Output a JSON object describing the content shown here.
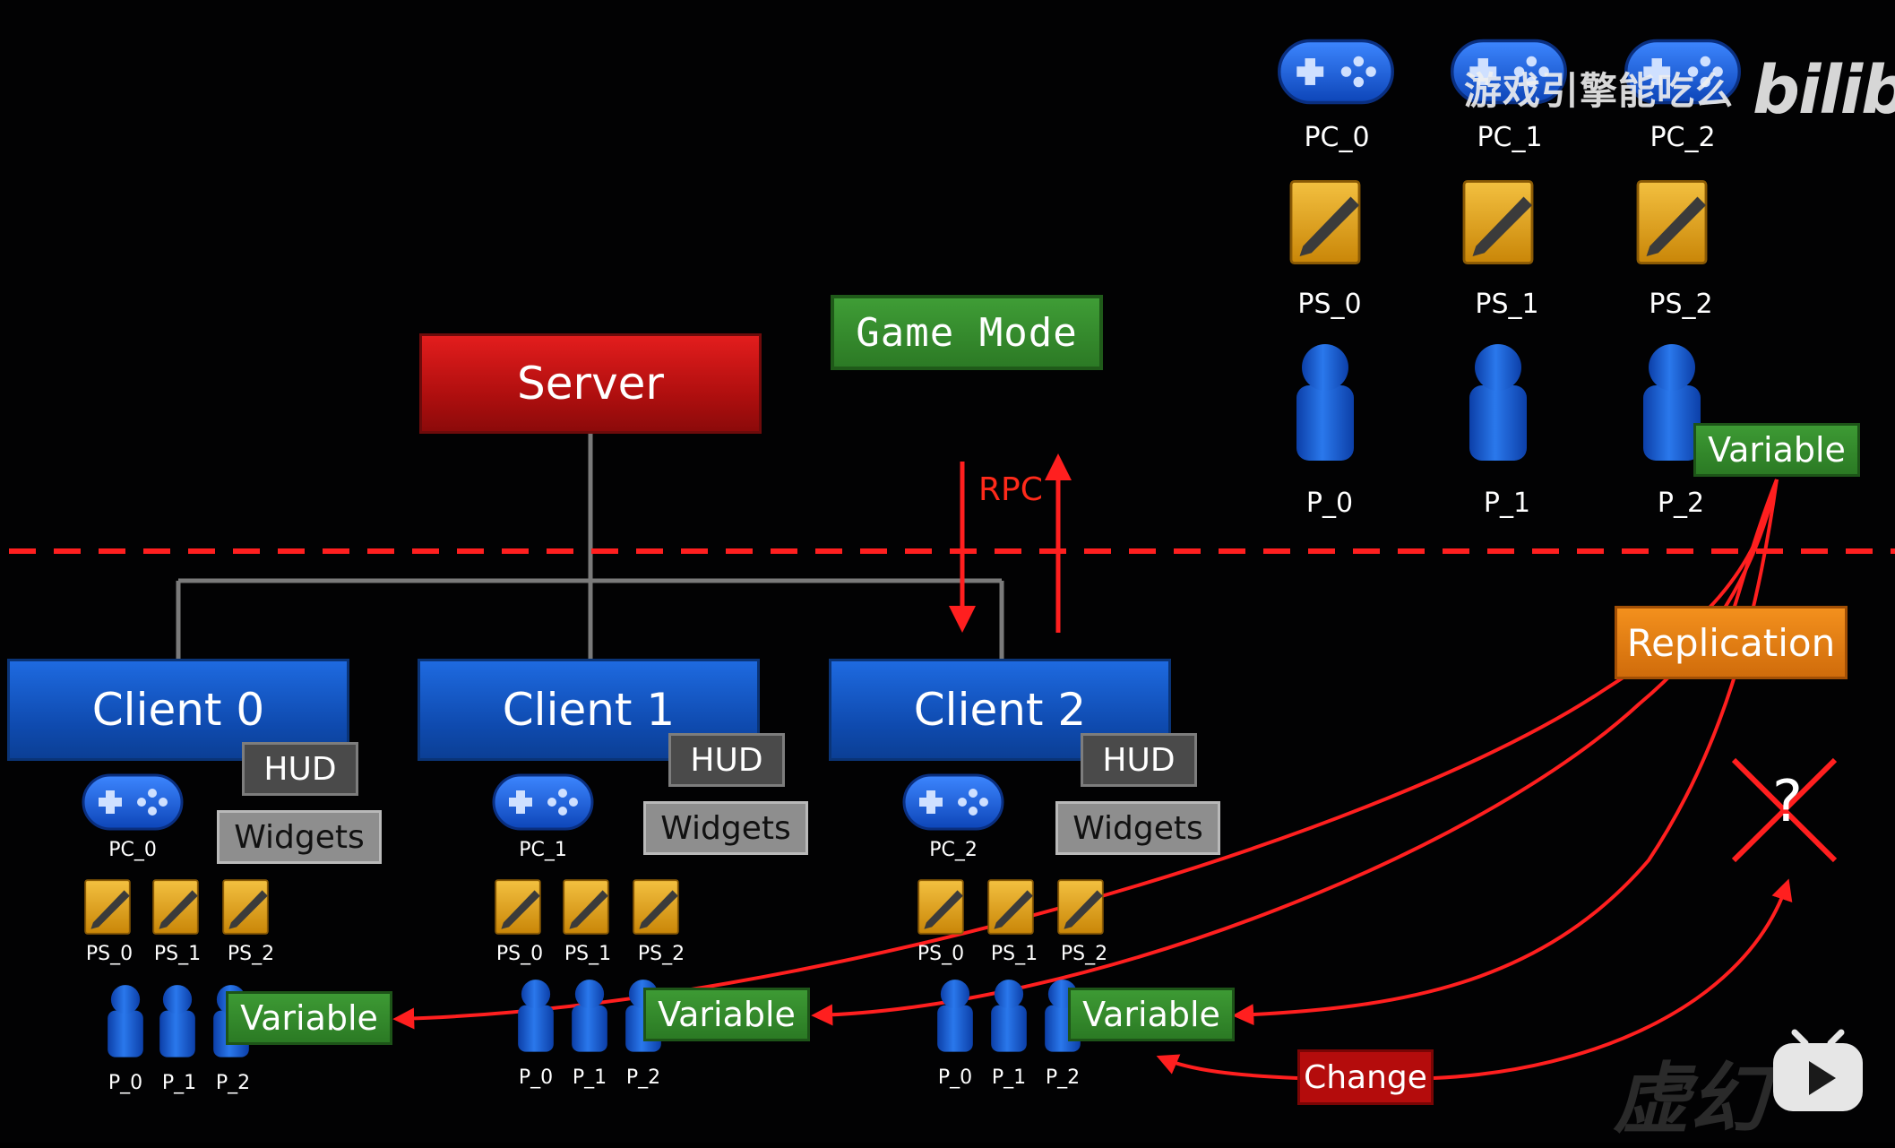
{
  "server": {
    "label": "Server"
  },
  "game_mode": {
    "label": "Game Mode"
  },
  "rpc_label": "RPC",
  "replication_label": "Replication",
  "change_label": "Change",
  "question_mark": "?",
  "top_right": {
    "controllers": [
      "PC_0",
      "PC_1",
      "PC_2"
    ],
    "player_states": [
      "PS_0",
      "PS_1",
      "PS_2"
    ],
    "pawns": [
      "P_0",
      "P_1",
      "P_2"
    ],
    "variable_label": "Variable"
  },
  "clients": [
    {
      "label": "Client 0",
      "hud": "HUD",
      "widgets": "Widgets",
      "controller": "PC_0",
      "player_states": [
        "PS_0",
        "PS_1",
        "PS_2"
      ],
      "pawns": [
        "P_0",
        "P_1",
        "P_2"
      ],
      "variable": "Variable"
    },
    {
      "label": "Client 1",
      "hud": "HUD",
      "widgets": "Widgets",
      "controller": "PC_1",
      "player_states": [
        "PS_0",
        "PS_1",
        "PS_2"
      ],
      "pawns": [
        "P_0",
        "P_1",
        "P_2"
      ],
      "variable": "Variable"
    },
    {
      "label": "Client 2",
      "hud": "HUD",
      "widgets": "Widgets",
      "controller": "PC_2",
      "player_states": [
        "PS_0",
        "PS_1",
        "PS_2"
      ],
      "pawns": [
        "P_0",
        "P_1",
        "P_2"
      ],
      "variable": "Variable"
    }
  ],
  "watermark": {
    "channel": "游戏引擎能吃么",
    "logo": "bilibili",
    "stamp": "虚幻"
  },
  "colors": {
    "server": "#d01515",
    "client": "#1559c9",
    "variable": "#33882b",
    "replication": "#e57f12",
    "arrow": "#ff1f1f",
    "player_state": "#e0a21c",
    "pawn": "#1a5ed0"
  }
}
